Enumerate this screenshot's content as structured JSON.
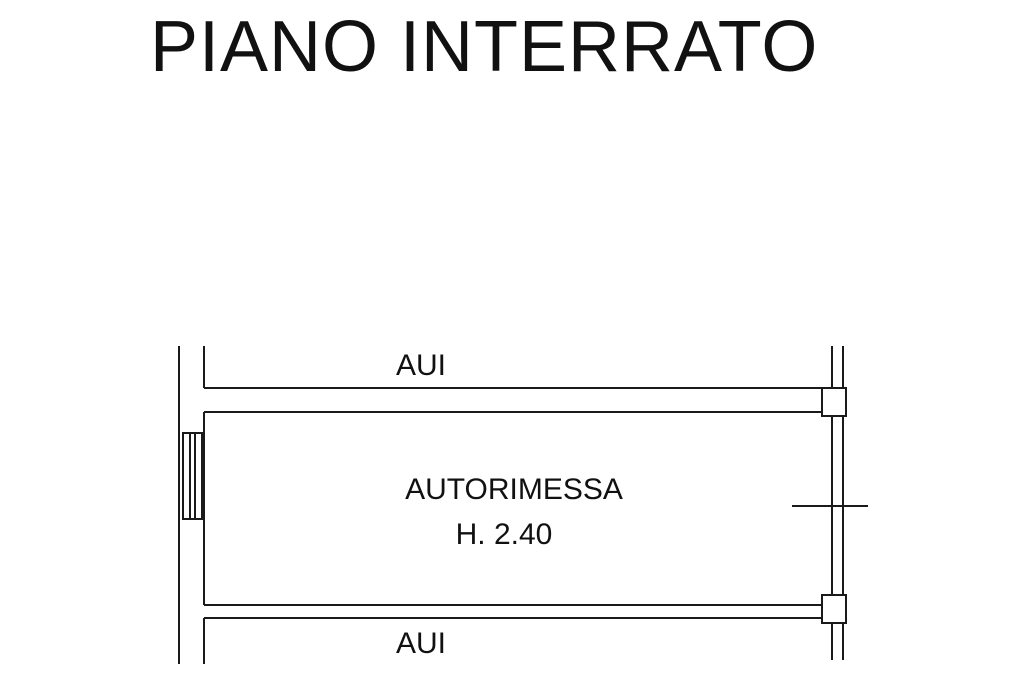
{
  "drawing": {
    "title": "PIANO INTERRATO"
  },
  "rooms": {
    "top_neighbor_label": "AUI",
    "bottom_neighbor_label": "AUI",
    "main_room_name": "AUTORIMESSA",
    "main_room_height": "H. 2.40"
  },
  "style": {
    "line_color": "#1a1a1a",
    "background": "#ffffff"
  }
}
